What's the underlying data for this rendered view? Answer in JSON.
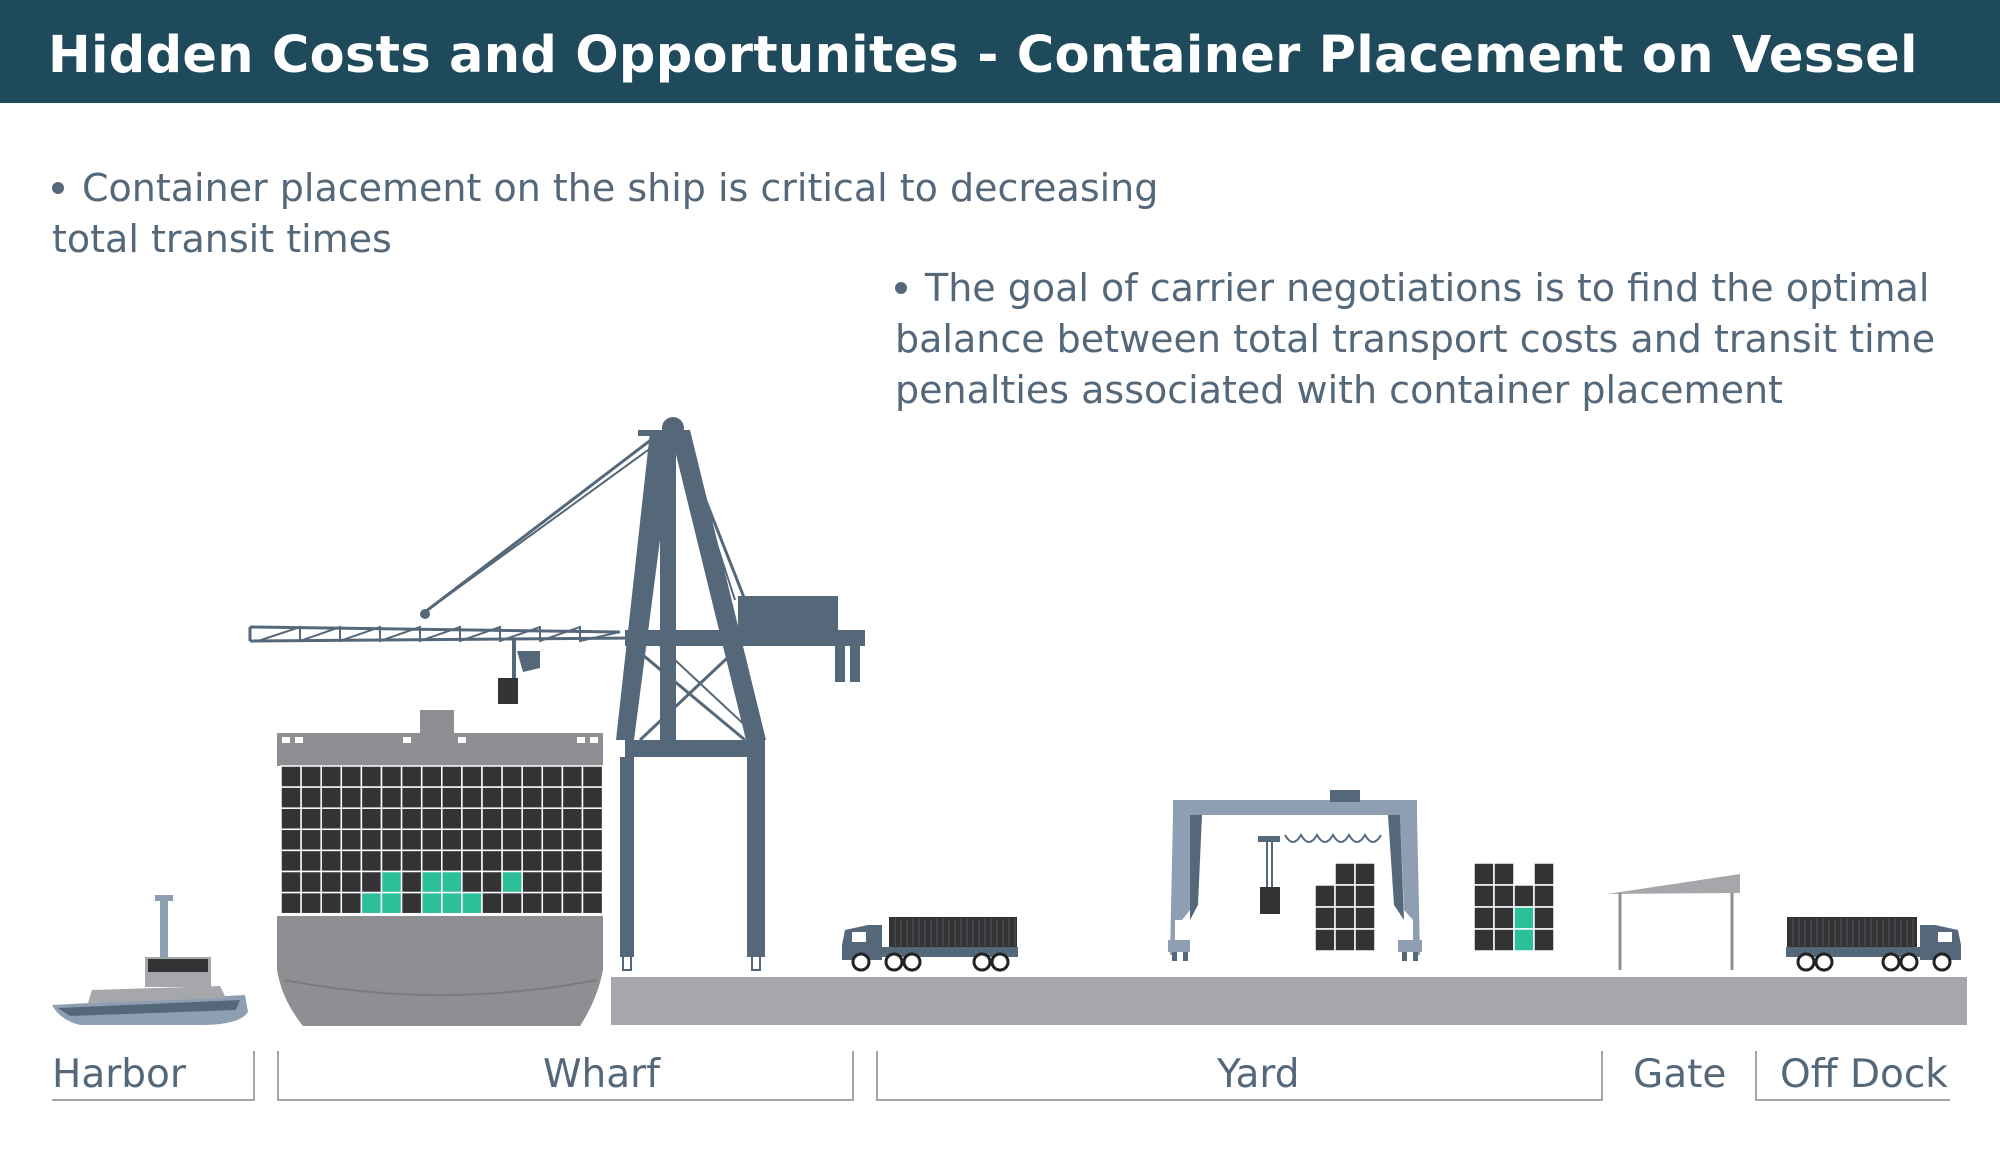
{
  "title": "Hidden Costs and Opportunites - Container Placement on Vessel",
  "bullets": [
    "Container placement on the ship is critical to decreasing total transit times",
    "The goal of carrier negotiations is to find the optimal balance between total transport costs and transit time penalties associated with container placement"
  ],
  "zones": {
    "harbor": "Harbor",
    "wharf": "Wharf",
    "yard": "Yard",
    "gate": "Gate",
    "off_dock": "Off Dock"
  },
  "colors": {
    "header": "#1e4a5c",
    "text": "#55687a",
    "crane": "#55687a",
    "container": "#333335",
    "highlight": "#2bbf9a",
    "ground": "#a6a7ab",
    "hull": "#8e8f93"
  }
}
